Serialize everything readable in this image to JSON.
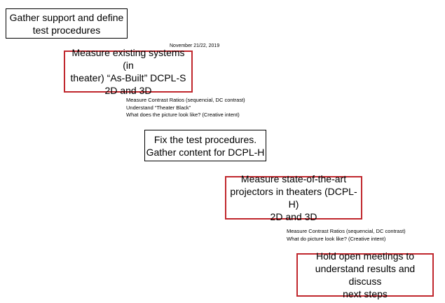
{
  "colors": {
    "red_border": "#c0272d",
    "black_border": "#000000",
    "background": "#ffffff"
  },
  "steps": [
    {
      "text": "Gather support and define\ntest procedures",
      "border": "black"
    },
    {
      "text": "Measure existing systems (in\ntheater) “As-Built” DCPL-S\n2D and 3D",
      "border": "red"
    },
    {
      "text": "Fix the test procedures.\nGather content for DCPL-H",
      "border": "black"
    },
    {
      "text": "Measure state-of-the-art\nprojectors in theaters (DCPL-H)\n2D and 3D",
      "border": "red"
    },
    {
      "text": "Hold open meetings to\nunderstand results and discuss\nnext steps",
      "border": "red"
    }
  ],
  "date_label": "November 21/22, 2019",
  "notes": [
    "Measure Contrast Ratios (sequencial, DC contrast)\nUnderstand “Theater Black”\nWhat does the picture look like? (Creative intent)",
    "Measure Contrast Ratios (sequencial, DC contrast)\nWhat do picture look like? (Creative intent)"
  ]
}
